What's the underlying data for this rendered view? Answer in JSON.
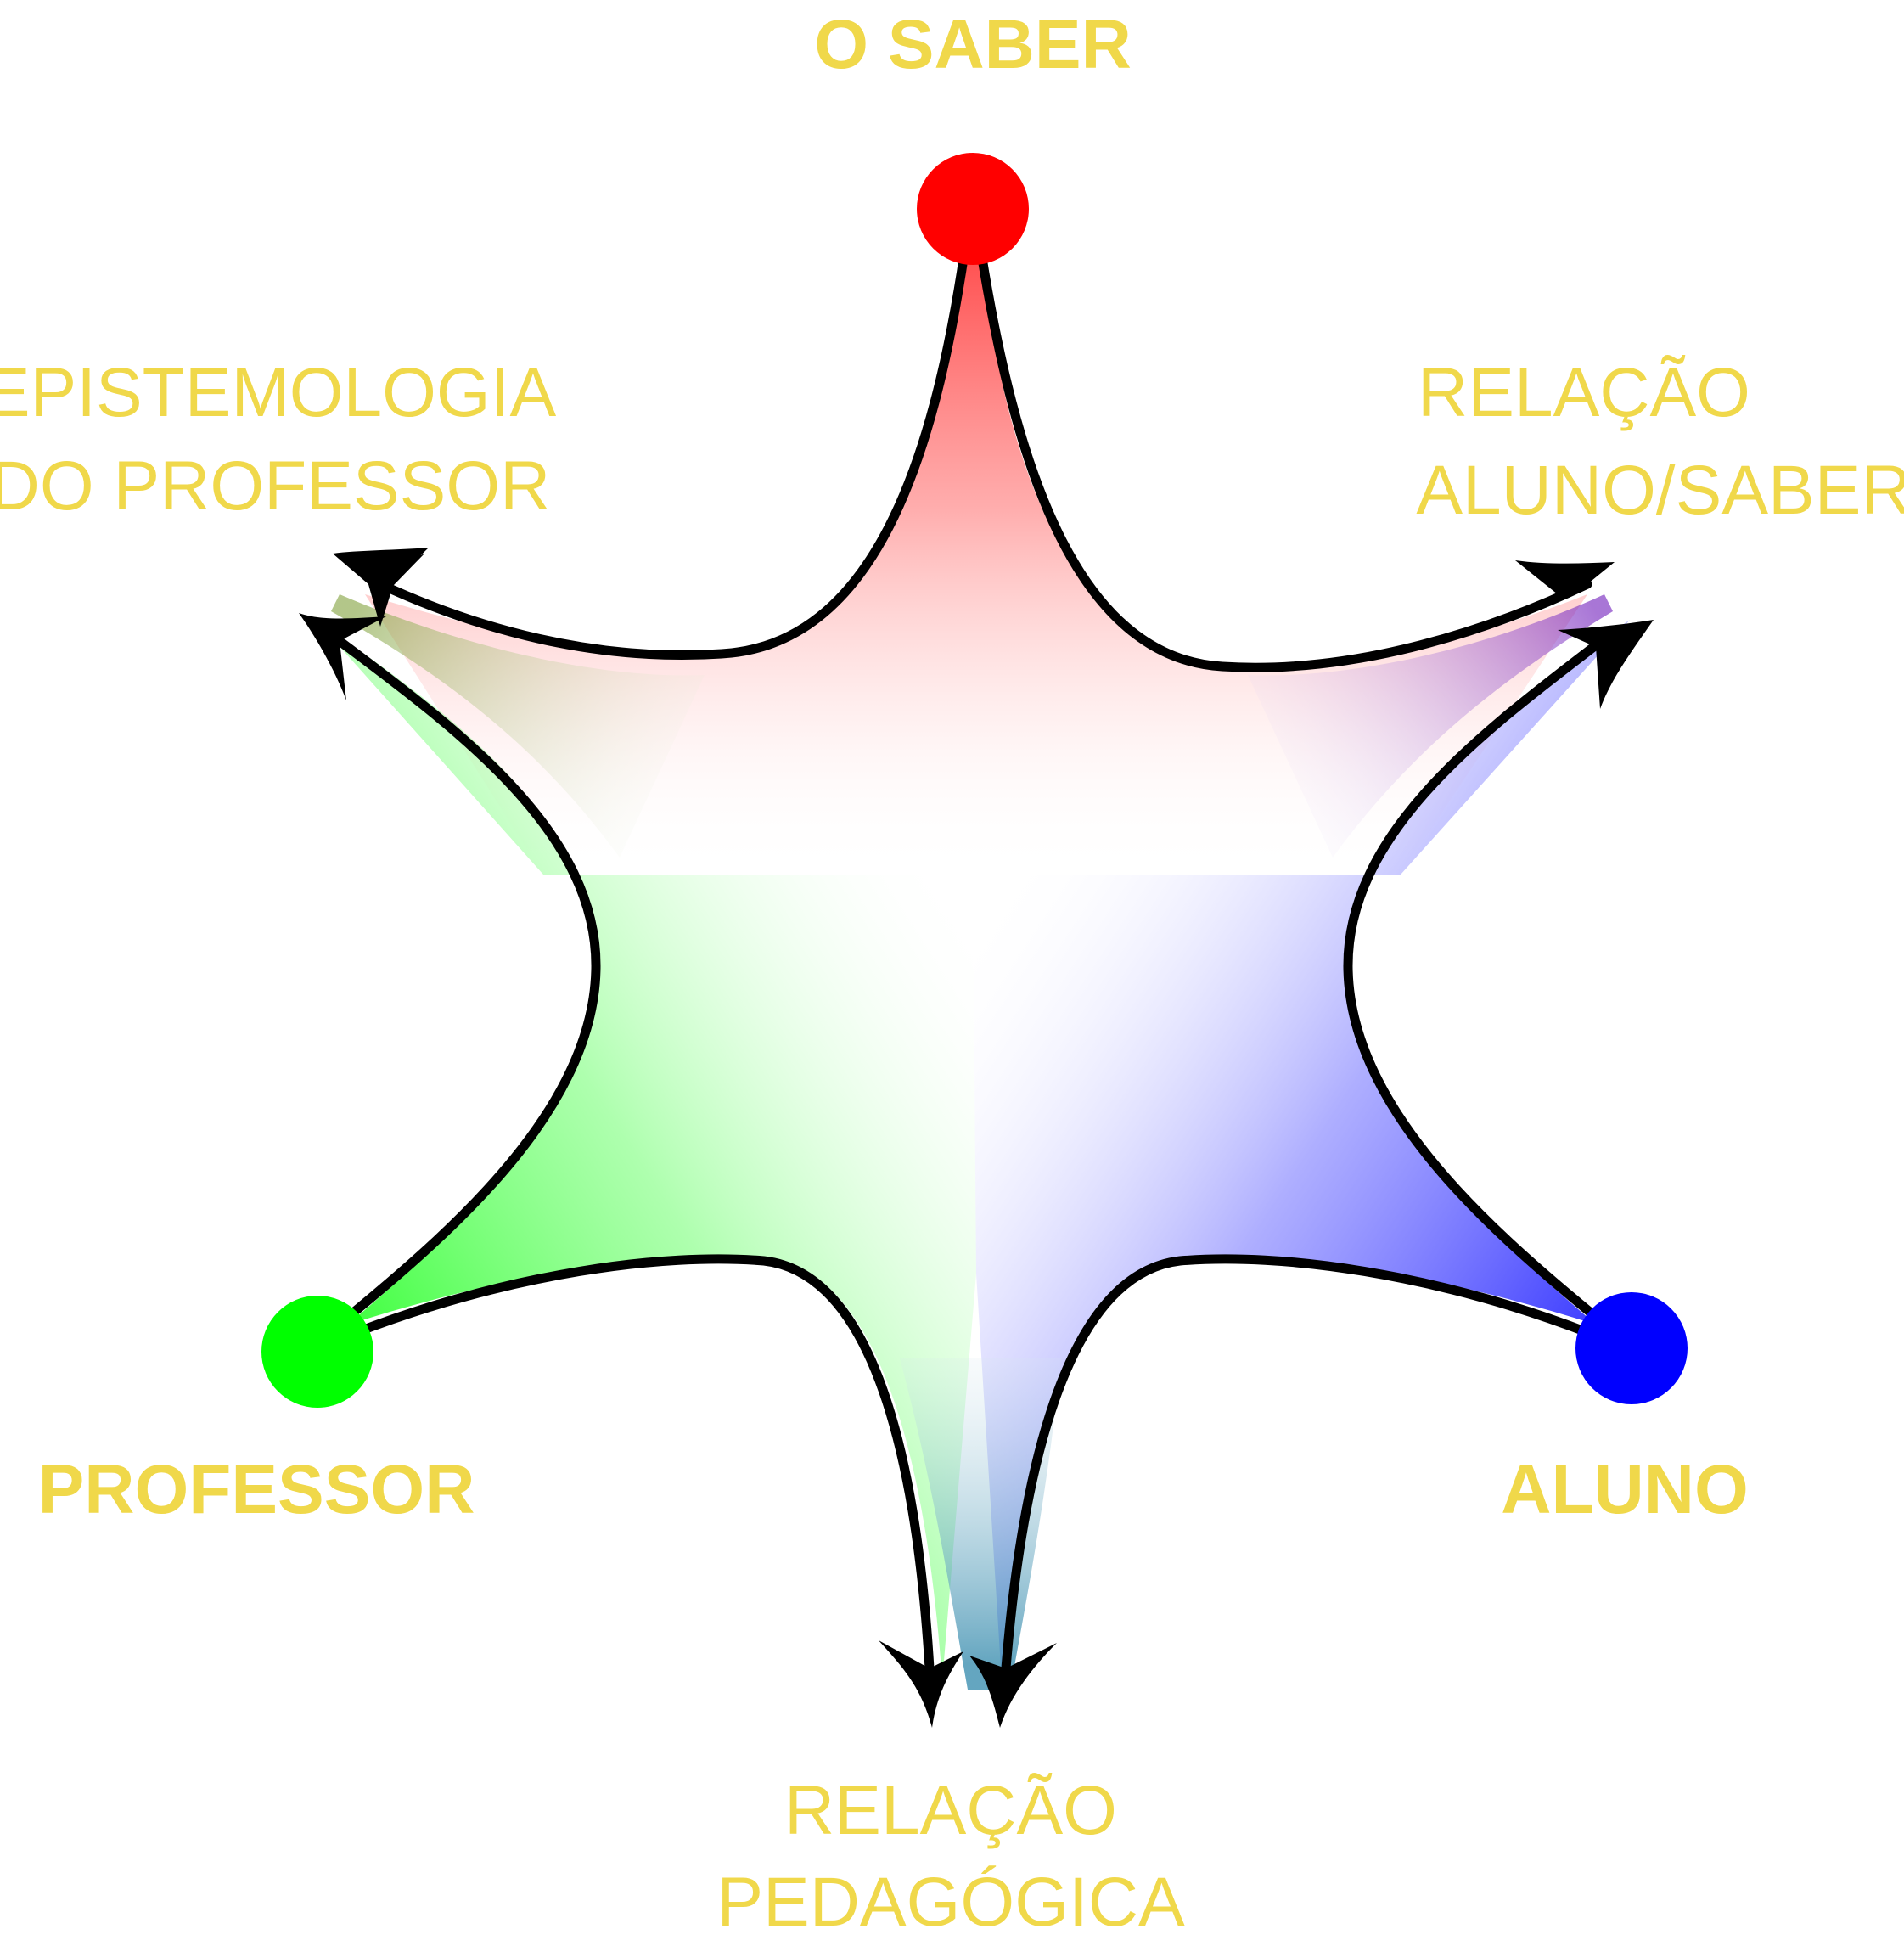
{
  "diagram": {
    "label_color": "#f0d84a",
    "vertices": {
      "saber": {
        "label": "O SABER",
        "color": "#ff0000",
        "icon": "red-circle"
      },
      "professor": {
        "label": "PROFESSOR",
        "color": "#00ff00",
        "icon": "green-circle"
      },
      "aluno": {
        "label": "ALUNO",
        "color": "#0000ff",
        "icon": "blue-circle"
      }
    },
    "relations": {
      "epistemologia": {
        "line1": "EPISTEMOLOGIA",
        "line2": "DO PROFESSOR"
      },
      "aluno_saber": {
        "line1": "RELAÇÃO",
        "line2": "ALUNO/SABER"
      },
      "pedagogica": {
        "line1": "RELAÇÃO",
        "line2": "PEDAGÓGICA"
      }
    }
  }
}
